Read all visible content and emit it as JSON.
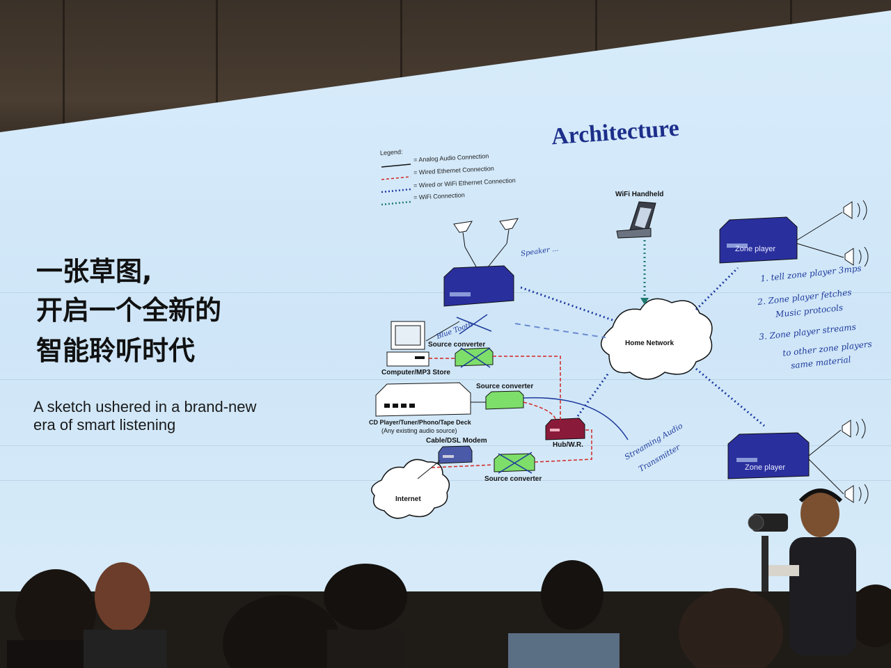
{
  "slide": {
    "headline_lines": [
      "一张草图,",
      "开启一个全新的",
      "智能聆听时代"
    ],
    "subtitle_lines": [
      "A sketch ushered in a brand-new",
      "era of smart listening"
    ]
  },
  "diagram": {
    "title": "Architecture",
    "legend": {
      "label": "Legend:",
      "items": [
        "= Analog Audio Connection",
        "= Wired Ethernet Connection",
        "= Wired or WiFi Ethernet Connection",
        "= WiFi Connection"
      ]
    },
    "nodes": {
      "wifi_handheld": "WiFi Handheld",
      "home_network": "Home Network",
      "zone_player_1": "Zone player",
      "zone_player_2": "Zone player",
      "source_converter_1": "Source converter",
      "source_converter_2": "Source converter",
      "source_converter_3": "Source converter",
      "computer": "Computer/MP3 Store",
      "cd_player": "CD Player/Tuner/Phono/Tape Deck",
      "cd_player_sub": "(Any existing audio source)",
      "modem": "Cable/DSL Modem",
      "hub": "Hub/W.R.",
      "internet": "Internet"
    },
    "handwritten_notes": [
      "1. tell zone player 3mps",
      "2. Zone player fetches",
      "Music protocols",
      "3. Zone player streams",
      "to other zone players",
      "same material",
      "Speaker ...",
      "Blue Tooth",
      "Streaming Audio",
      "Transmitter"
    ]
  },
  "colors": {
    "screen_bg": "#d3e8f9",
    "title_blue": "#1d2f8a",
    "device_blue": "#2a2f9e",
    "converter_green": "#7ede6a",
    "hub_maroon": "#8a1a3a",
    "ethernet_red": "#d32424",
    "wifi_teal": "#1f7a6e"
  }
}
